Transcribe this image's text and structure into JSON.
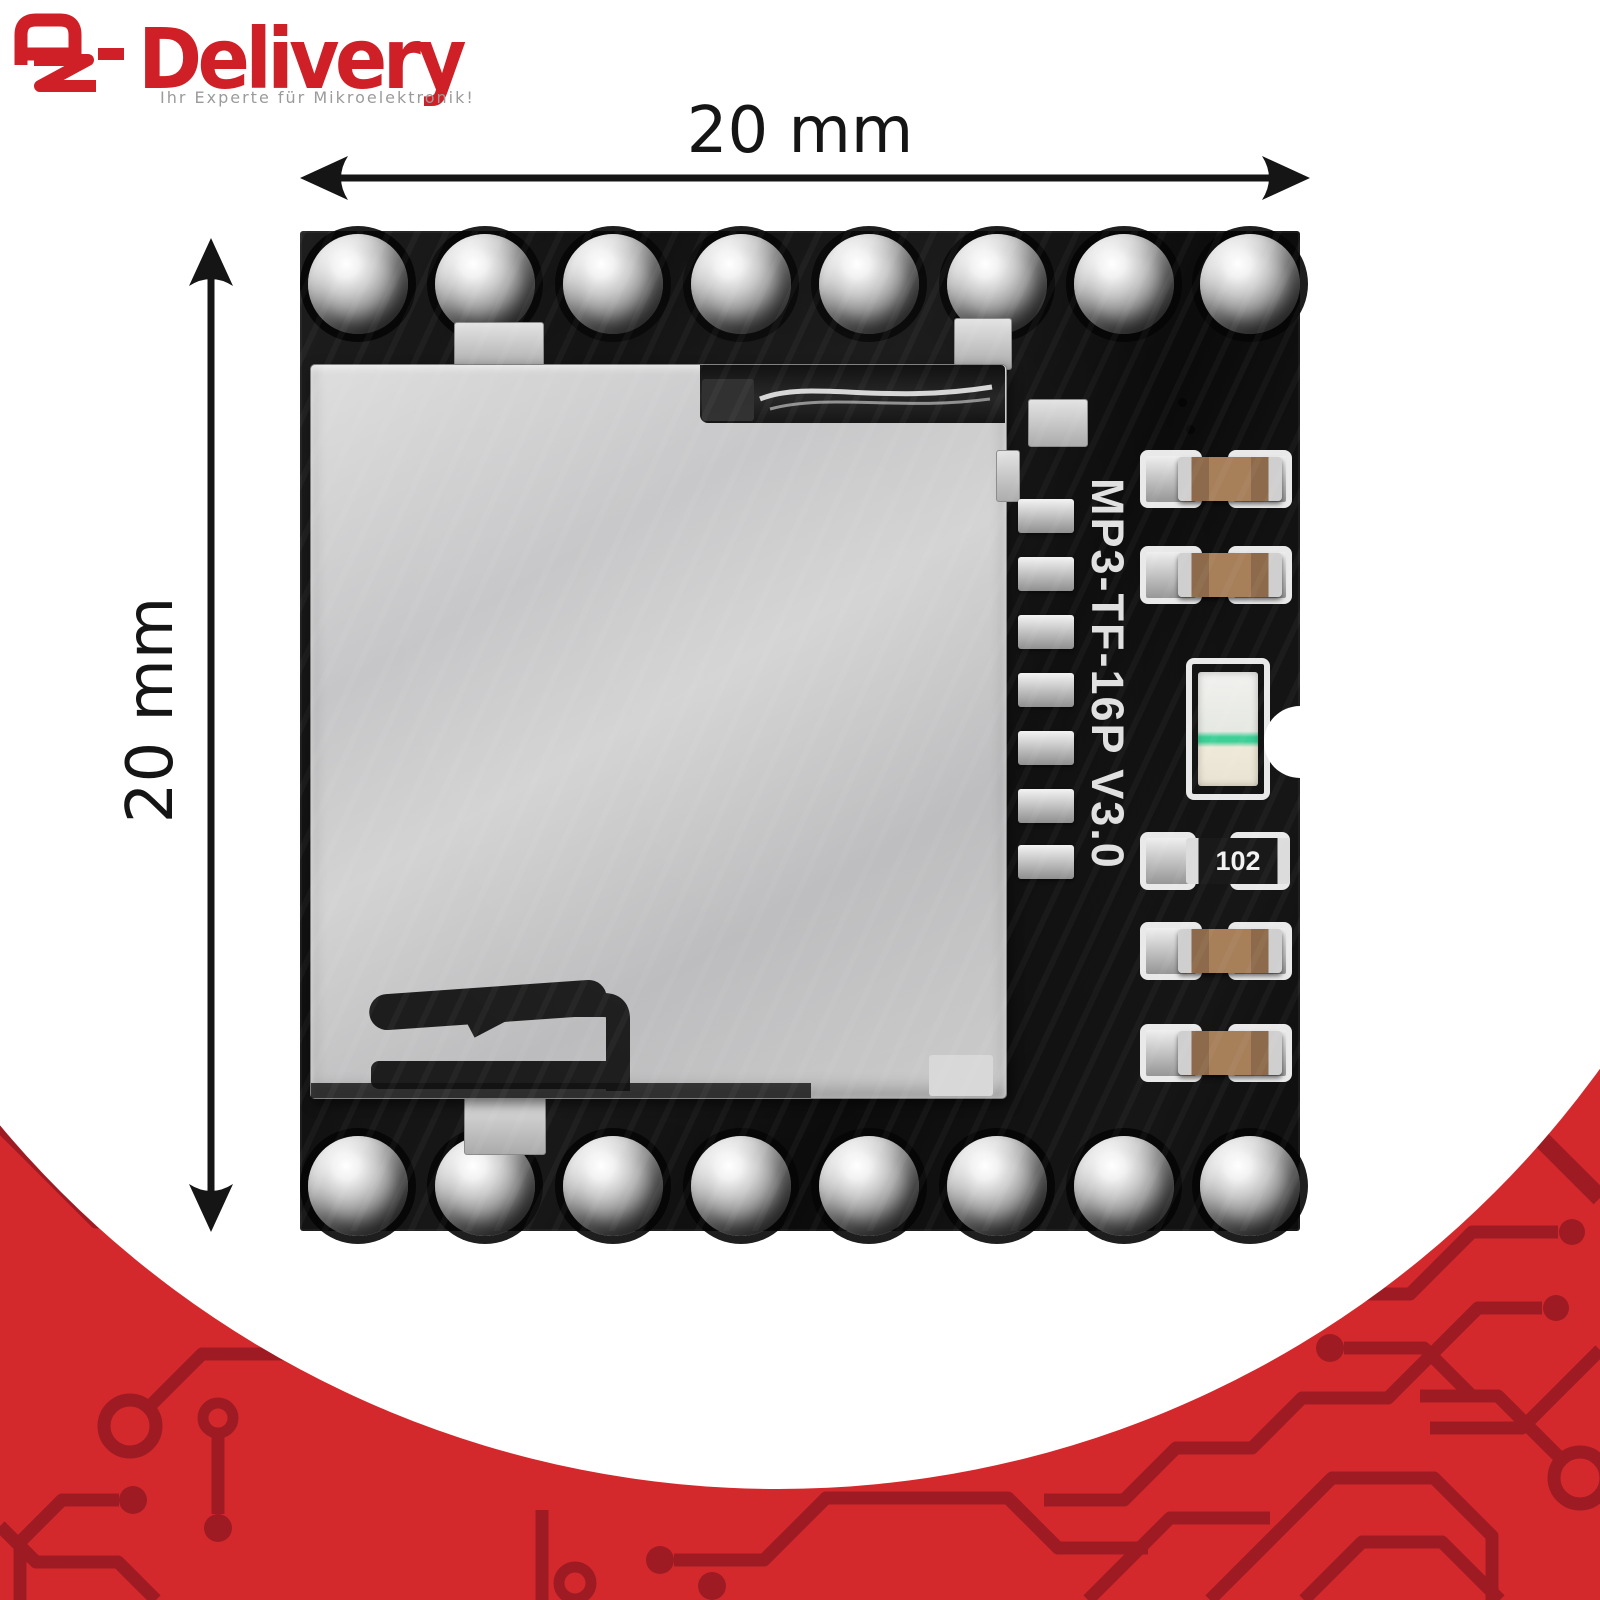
{
  "logo": {
    "brand": "AZ-Delivery",
    "brand_suffix": "Delivery",
    "tagline": "Ihr Experte für Mikroelektronik!"
  },
  "dimension_labels": {
    "width": "20 mm",
    "height": "20 mm"
  },
  "pcb": {
    "silkscreen": "MP3-TF-16P V3.0",
    "resistor_value": "102"
  },
  "colors": {
    "brand_red": "#cf2027",
    "tagline_gray": "#9b9b9b",
    "background_red": "#d4292c",
    "trace_dark_red": "#9e1b23",
    "annotation_black": "#151515",
    "silkscreen_white": "#ececec"
  }
}
